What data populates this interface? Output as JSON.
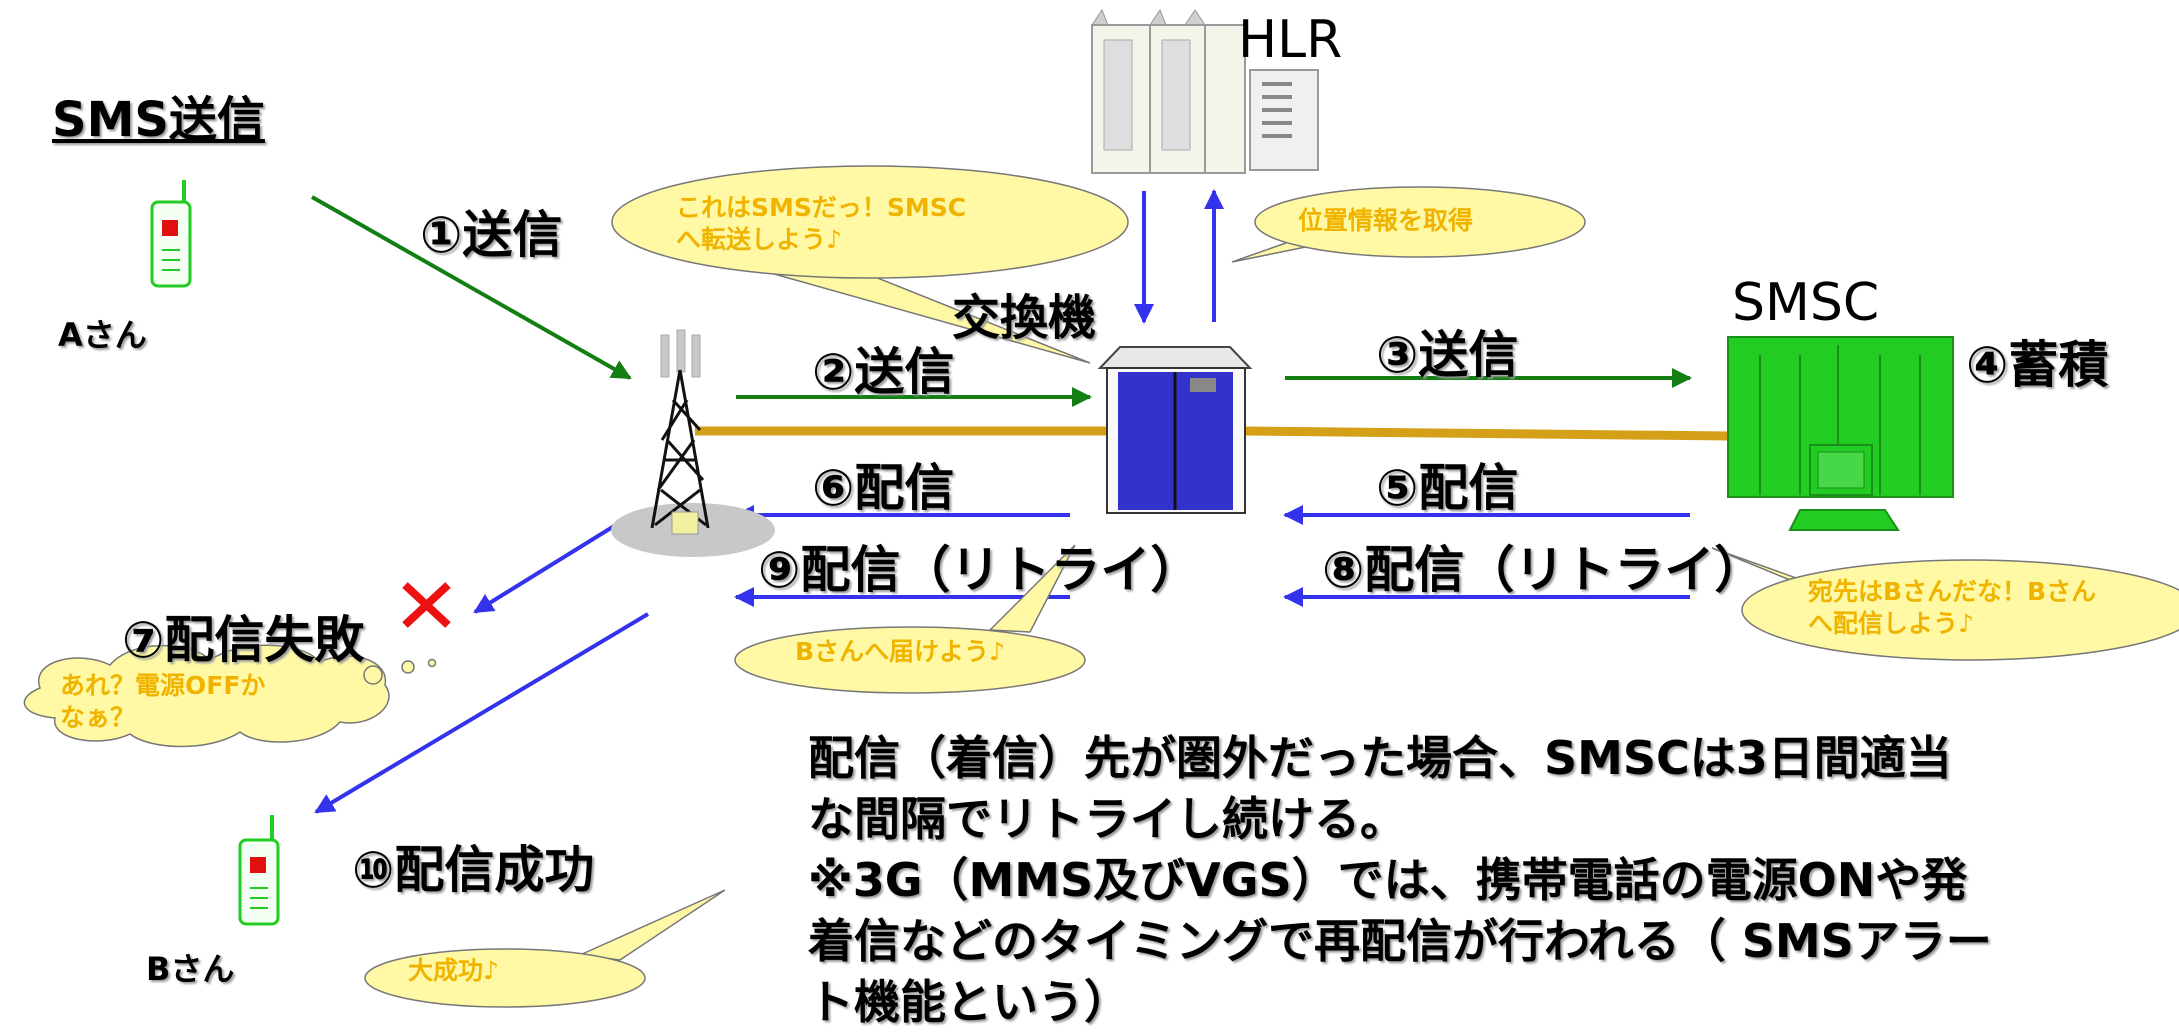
{
  "title": "SMS送信",
  "nodes": {
    "hlr": "HLR",
    "exchange": "交換機",
    "smsc": "SMSC",
    "user_a": "Aさん",
    "user_b": "Bさん"
  },
  "steps": {
    "s1": "①送信",
    "s2": "②送信",
    "s3": "③送信",
    "s4": "④蓄積",
    "s5": "⑤配信",
    "s6": "⑥配信",
    "s7": "⑦配信失敗",
    "s8": "⑧配信（リトライ）",
    "s9": "⑨配信（リトライ）",
    "s10": "⑩配信成功"
  },
  "bubbles": {
    "exchange_line1": "これはSMSだっ！SMSC",
    "exchange_line2": "へ転送しよう♪",
    "hlr": "位置情報を取得",
    "smsc_line1": "宛先はBさんだな！Bさん",
    "smsc_line2": "へ配信しよう♪",
    "retry": "Bさんへ届けよう♪",
    "fail_line1": "あれ？電源OFFか",
    "fail_line2": "なぁ？",
    "success": "大成功♪"
  },
  "note": {
    "line1": "配信（着信）先が圏外だった場合、SMSCは3日間適当",
    "line2": "な間隔でリトライし続ける。",
    "line3": "※3G（MMS及びVGS）では、携帯電話の電源ONや発",
    "line4": "着信などのタイミングで再配信が行われる（ SMSアラー",
    "line5": "ト機能という）"
  },
  "colors": {
    "send_arrow": "#137f13",
    "deliver_arrow": "#3333ee",
    "trunk_line": "#d4a017",
    "bubble_fill": "#fff9a6",
    "bubble_text": "#f0b400",
    "smsc_fill": "#22cc22",
    "exchange_fill": "#3333cc",
    "fail_mark": "#ee1111"
  },
  "icons": [
    "phone-icon",
    "antenna-tower-icon",
    "exchange-server-icon",
    "hlr-server-icon",
    "smsc-computer-icon",
    "fail-x-icon"
  ]
}
